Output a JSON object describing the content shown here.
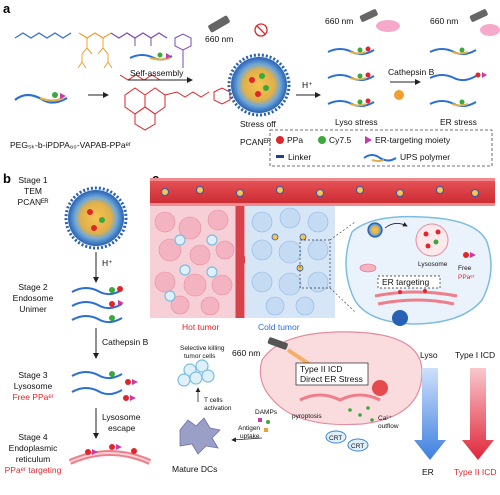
{
  "panels": {
    "a": "a",
    "b": "b",
    "c": "c"
  },
  "panel_a": {
    "laser_1": "660 nm",
    "laser_2": "660 nm",
    "laser_3": "660 nm",
    "self_assembly": "Self-assembly",
    "h_plus": "H⁺",
    "cathepsin": "Cathepsin B",
    "stress_off": "Stress off",
    "lyso_stress": "Lyso stress",
    "er_stress": "ER stress",
    "polymer_name": "PEG₅ₖ-b-iPDPA₈₀-VAPAB-PPaᵉʳ",
    "pcan": "PCANᴱᴿ",
    "legend": {
      "ppa": "PPa",
      "cy75": "Cy7.5",
      "er_moiety": "ER-targeting moiety",
      "linker": "Linker",
      "ups": "UPS polymer"
    }
  },
  "panel_b": {
    "stage1": [
      "Stage 1",
      "TEM",
      "PCANᴱᴿ"
    ],
    "h_plus": "H⁺",
    "stage2": [
      "Stage 2",
      "Endosome",
      "Unimer"
    ],
    "cathepsin": "Cathepsin B",
    "stage3": [
      "Stage 3",
      "Lysosome",
      "Free PPaᵉʳ"
    ],
    "escape": [
      "Lysosome",
      "escape"
    ],
    "stage4": [
      "Stage 4",
      "Endoplasmic",
      "reticulum",
      "PPaᵉʳ targeting"
    ]
  },
  "panel_c": {
    "hot_tumor": "Hot tumor",
    "cold_tumor": "Cold tumor",
    "lysosome": "Lysosome",
    "free_ppa": [
      "Free",
      "PPaᵉʳ"
    ],
    "er_targeting": "ER targeting",
    "laser": "660 nm",
    "icd_box": [
      "Type II ICD",
      "Direct ER Stress"
    ],
    "selective": [
      "Selective killing",
      "tumor cells"
    ],
    "t_cells": [
      "T cells",
      "activation"
    ],
    "antigen": [
      "Antigen",
      "uptake"
    ],
    "damps": "DAMPs",
    "pyroptosis": "pyroptosis",
    "ca": [
      "Ca²⁺",
      "outflow"
    ],
    "crt": "CRT",
    "mature_dcs": "Mature DCs",
    "lyso": "Lyso",
    "er": "ER",
    "type_i_icd": "Type I ICD",
    "type_ii_icd": "Type II ICD"
  }
}
